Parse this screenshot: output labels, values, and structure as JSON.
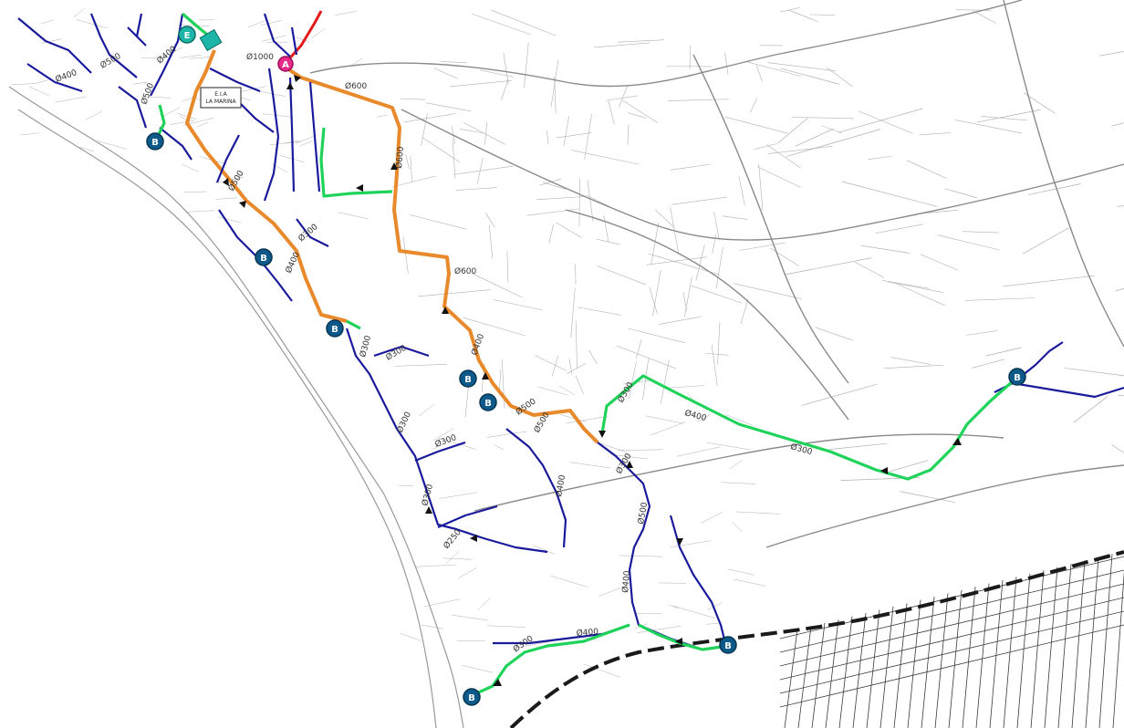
{
  "colors": {
    "orange": "#e8892b",
    "blue": "#1a1a9c",
    "green": "#1fd35a",
    "red": "#e01b1b",
    "node": "#0d5a8a",
    "node_a": "#e62b8a",
    "node_e": "#1db5a8",
    "street": "#b0b0b0",
    "railway": "#1a1a1a"
  },
  "pipe_labels": {
    "l1": "Ø1000",
    "l2": "Ø600",
    "l3": "Ø600",
    "l4": "Ø600",
    "l5": "Ø500",
    "l6": "Ø500",
    "l7": "Ø400",
    "l8": "Ø400",
    "l9": "Ø500",
    "l10": "Ø400",
    "l11": "Ø300",
    "l12": "Ø300",
    "l13": "Ø300",
    "l14": "Ø400",
    "l15": "Ø300",
    "l16": "Ø300",
    "l17": "Ø300",
    "l18": "Ø250",
    "l19": "Ø500",
    "l20": "Ø500",
    "l21": "Ø400",
    "l22": "Ø300",
    "l23": "Ø300",
    "l24": "Ø400",
    "l25": "Ø300",
    "l26": "Ø500",
    "l27": "Ø400",
    "l28": "Ø400",
    "l29": "Ø300"
  },
  "nodes": {
    "e": "E",
    "a": "A",
    "b1": "B",
    "b2": "B",
    "b3": "B",
    "b4": "B",
    "b5": "B",
    "b6": "B",
    "b7": "B",
    "b8": "B"
  },
  "box": {
    "line1": "E.I.A",
    "line2": "LA MARINA"
  }
}
